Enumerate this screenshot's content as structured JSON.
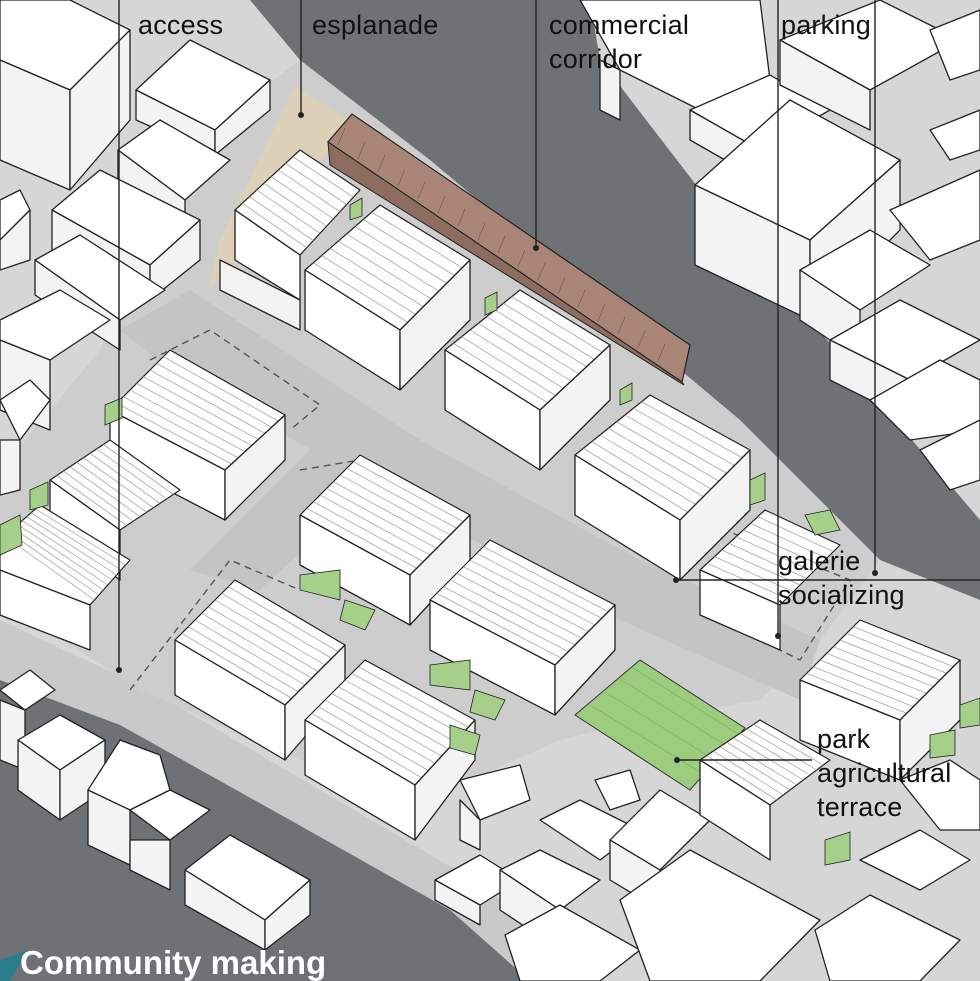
{
  "title": "Community making",
  "labels": {
    "access": "access",
    "esplanade": "esplanade",
    "commercial_line1": "commercial",
    "commercial_line2": "corridor",
    "parking": "parking",
    "galerie_line1": "galerie",
    "galerie_line2": "socializing",
    "park_line1": "park",
    "park_line2": "agricultural",
    "park_line3": "terrace"
  },
  "colors": {
    "road": "#6f7274",
    "ground": "#d6d6d6",
    "street": "#c8c8c8",
    "esplanade": "#ddd0b8",
    "commercial_corridor": "#a88577",
    "green": "#a6d08a",
    "agricultural_terrace": "#9ccd7e"
  }
}
